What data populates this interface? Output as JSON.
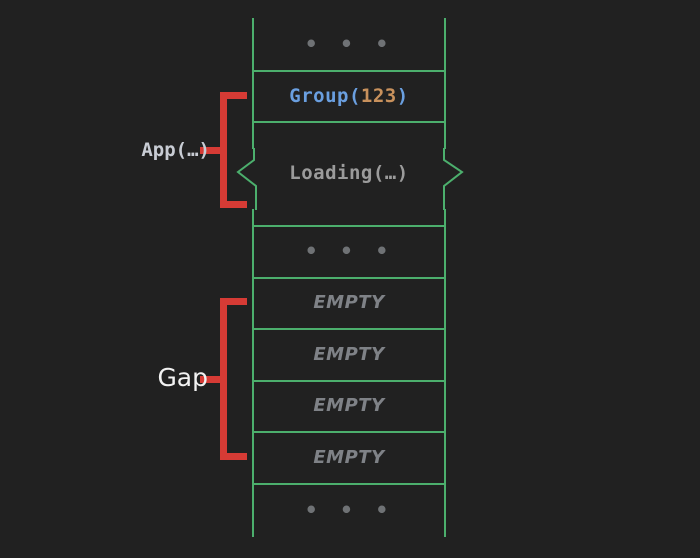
{
  "diagram": {
    "title": "Memory layout with App group and Gap",
    "background_color": "#212121",
    "grid_color": "#4caf6d",
    "bracket_color": "#d63b35",
    "ellipsis": "• • •"
  },
  "rows": [
    {
      "id": "top-ellipsis",
      "kind": "ellipsis",
      "text": "• • •"
    },
    {
      "id": "group-123",
      "kind": "code",
      "fn": "Group(",
      "num": "123",
      "close": ")"
    },
    {
      "id": "loading",
      "kind": "code",
      "text": "Loading(…)"
    },
    {
      "id": "mid-ellipsis",
      "kind": "ellipsis",
      "text": "• • •"
    },
    {
      "id": "empty-1",
      "kind": "empty",
      "text": "EMPTY"
    },
    {
      "id": "empty-2",
      "kind": "empty",
      "text": "EMPTY"
    },
    {
      "id": "empty-3",
      "kind": "empty",
      "text": "EMPTY"
    },
    {
      "id": "empty-4",
      "kind": "empty",
      "text": "EMPTY"
    },
    {
      "id": "bottom-ellipsis",
      "kind": "ellipsis",
      "text": "• • •"
    }
  ],
  "annotations": [
    {
      "id": "app-bracket",
      "label": "App(…)",
      "style": "mono",
      "spans": [
        "group-123",
        "loading"
      ]
    },
    {
      "id": "gap-bracket",
      "label": "Gap",
      "style": "sans",
      "spans": [
        "empty-1",
        "empty-2",
        "empty-3",
        "empty-4"
      ]
    }
  ]
}
